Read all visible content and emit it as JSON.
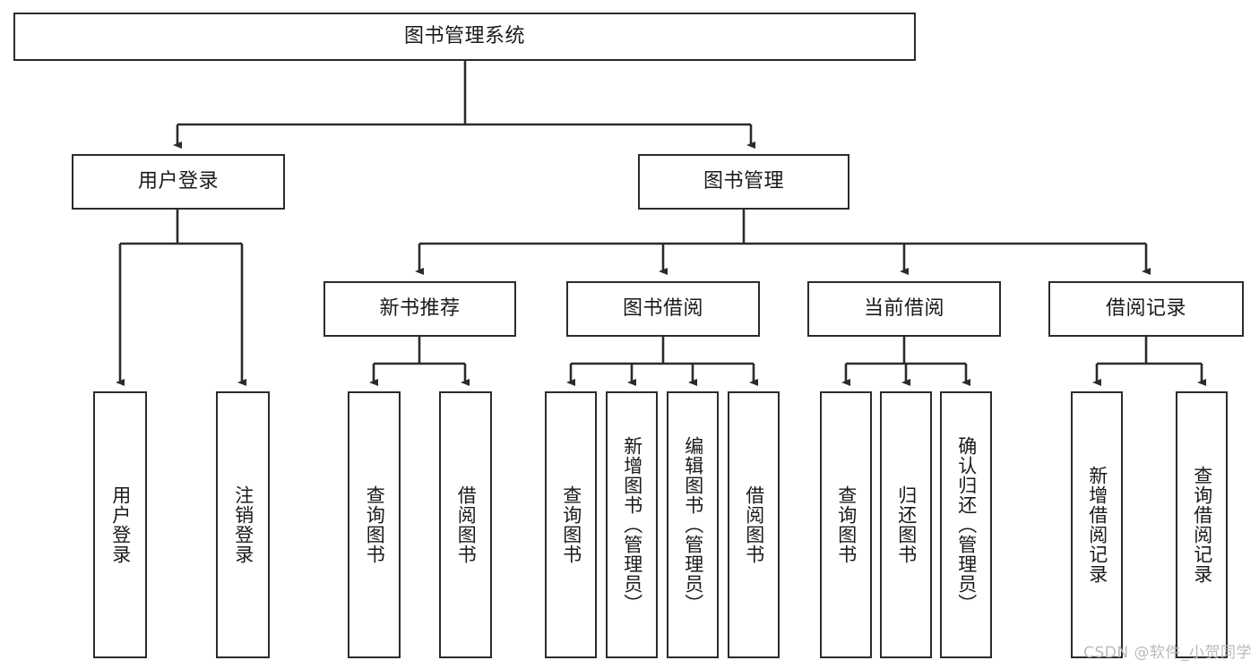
{
  "diagram": {
    "title": "图书管理系统",
    "type": "tree-hierarchy",
    "watermark": "CSDN @软件_小贺同学",
    "colors": {
      "background": "#ffffff",
      "node_fill": "#ffffff",
      "node_stroke": "#2b2b2b",
      "edge_stroke": "#2b2b2b",
      "text": "#1a1a1a",
      "watermark_text": "#b9b9b9"
    },
    "nodes": {
      "root": {
        "label": "图书管理系统"
      },
      "level2": [
        {
          "id": "user-login",
          "label": "用户登录"
        },
        {
          "id": "book-manage",
          "label": "图书管理"
        }
      ],
      "level3": [
        {
          "id": "new-book-recommend",
          "label": "新书推荐"
        },
        {
          "id": "book-borrow",
          "label": "图书借阅"
        },
        {
          "id": "current-borrow",
          "label": "当前借阅"
        },
        {
          "id": "borrow-record",
          "label": "借阅记录"
        }
      ],
      "leaves": {
        "user_login": [
          {
            "id": "leaf-user-login",
            "label": "用户登录"
          },
          {
            "id": "leaf-logout",
            "label": "注销登录"
          }
        ],
        "new_book_recommend": [
          {
            "id": "leaf-query-book-1",
            "label": "查询图书"
          },
          {
            "id": "leaf-borrow-book-1",
            "label": "借阅图书"
          }
        ],
        "book_borrow": [
          {
            "id": "leaf-query-book-2",
            "label": "查询图书"
          },
          {
            "id": "leaf-add-book",
            "label": "新增图书（管理员）"
          },
          {
            "id": "leaf-edit-book",
            "label": "编辑图书（管理员）"
          },
          {
            "id": "leaf-borrow-book-2",
            "label": "借阅图书"
          }
        ],
        "current_borrow": [
          {
            "id": "leaf-query-book-3",
            "label": "查询图书"
          },
          {
            "id": "leaf-return-book",
            "label": "归还图书"
          },
          {
            "id": "leaf-confirm-return",
            "label": "确认归还（管理员）"
          }
        ],
        "borrow_record": [
          {
            "id": "leaf-add-record",
            "label": "新增借阅记录"
          },
          {
            "id": "leaf-query-record",
            "label": "查询借阅记录"
          }
        ]
      }
    },
    "edges": [
      {
        "from": "图书管理系统",
        "to": "用户登录"
      },
      {
        "from": "图书管理系统",
        "to": "图书管理"
      },
      {
        "from": "用户登录",
        "to": "用户登录"
      },
      {
        "from": "用户登录",
        "to": "注销登录"
      },
      {
        "from": "图书管理",
        "to": "新书推荐"
      },
      {
        "from": "图书管理",
        "to": "图书借阅"
      },
      {
        "from": "图书管理",
        "to": "当前借阅"
      },
      {
        "from": "图书管理",
        "to": "借阅记录"
      },
      {
        "from": "新书推荐",
        "to": "查询图书"
      },
      {
        "from": "新书推荐",
        "to": "借阅图书"
      },
      {
        "from": "图书借阅",
        "to": "查询图书"
      },
      {
        "from": "图书借阅",
        "to": "新增图书（管理员）"
      },
      {
        "from": "图书借阅",
        "to": "编辑图书（管理员）"
      },
      {
        "from": "图书借阅",
        "to": "借阅图书"
      },
      {
        "from": "当前借阅",
        "to": "查询图书"
      },
      {
        "from": "当前借阅",
        "to": "归还图书"
      },
      {
        "from": "当前借阅",
        "to": "确认归还（管理员）"
      },
      {
        "from": "借阅记录",
        "to": "新增借阅记录"
      },
      {
        "from": "借阅记录",
        "to": "查询借阅记录"
      }
    ]
  }
}
